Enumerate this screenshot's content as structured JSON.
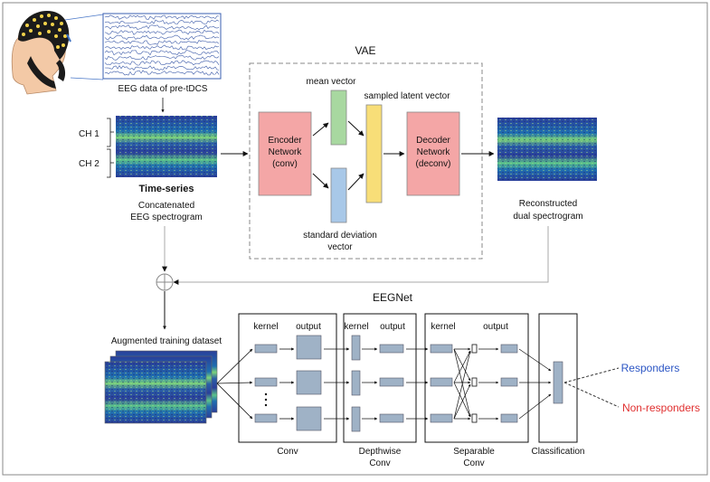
{
  "eeg": {
    "caption": "EEG data of pre-tDCS",
    "ch1": "CH 1",
    "ch2": "CH 2",
    "timeseries": "Time-series",
    "concat_line1": "Concatenated",
    "concat_line2": "EEG spectrogram"
  },
  "vae": {
    "title": "VAE",
    "mean": "mean vector",
    "sampled": "sampled latent vector",
    "encoder": [
      "Encoder",
      "Network",
      "(conv)"
    ],
    "decoder": [
      "Decoder",
      "Network",
      "(deconv)"
    ],
    "std_line1": "standard deviation",
    "std_line2": "vector",
    "recon_line1": "Reconstructed",
    "recon_line2": "dual spectrogram"
  },
  "eegnet": {
    "title": "EEGNet",
    "augmented": "Augmented training dataset",
    "kernel": "kernel",
    "output": "output",
    "conv": "Conv",
    "depthwise_line1": "Depthwise",
    "depthwise_line2": "Conv",
    "separable_line1": "Separable",
    "separable_line2": "Conv",
    "classification": "Classification",
    "responders": "Responders",
    "non_responders": "Non-responders"
  },
  "colors": {
    "encoder": "#f4a6a6",
    "mean": "#a8d8a0",
    "std": "#a8c8e8",
    "latent": "#f8de78",
    "layer": "#9fb2c6",
    "responders": "#2b55c4",
    "non_responders": "#e03030"
  }
}
